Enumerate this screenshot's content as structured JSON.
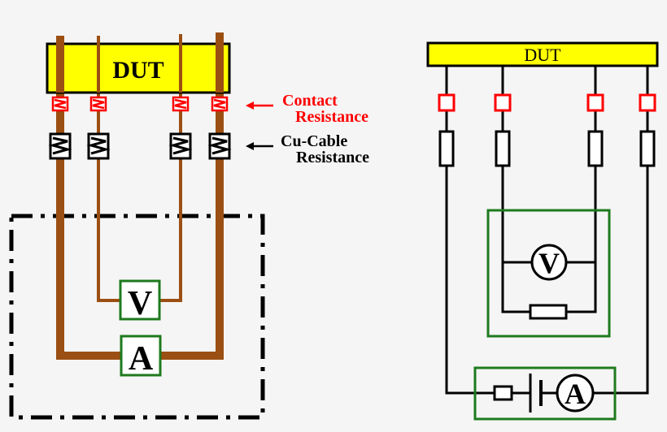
{
  "labels": {
    "dut_left": "DUT",
    "dut_right": "DUT",
    "contact_line1": "Contact",
    "contact_line2": "Resistance",
    "cable_line1": "Cu-Cable",
    "cable_line2": "Resistance",
    "voltmeter_left": "V",
    "ammeter_left": "A",
    "voltmeter_right": "V",
    "ammeter_right": "A"
  },
  "colors": {
    "dut_fill": "#ffff00",
    "wire_brown": "#9c4f12",
    "contact_red": "#ff0000",
    "meter_box_green": "#1e7a1e",
    "ink": "#000000"
  }
}
